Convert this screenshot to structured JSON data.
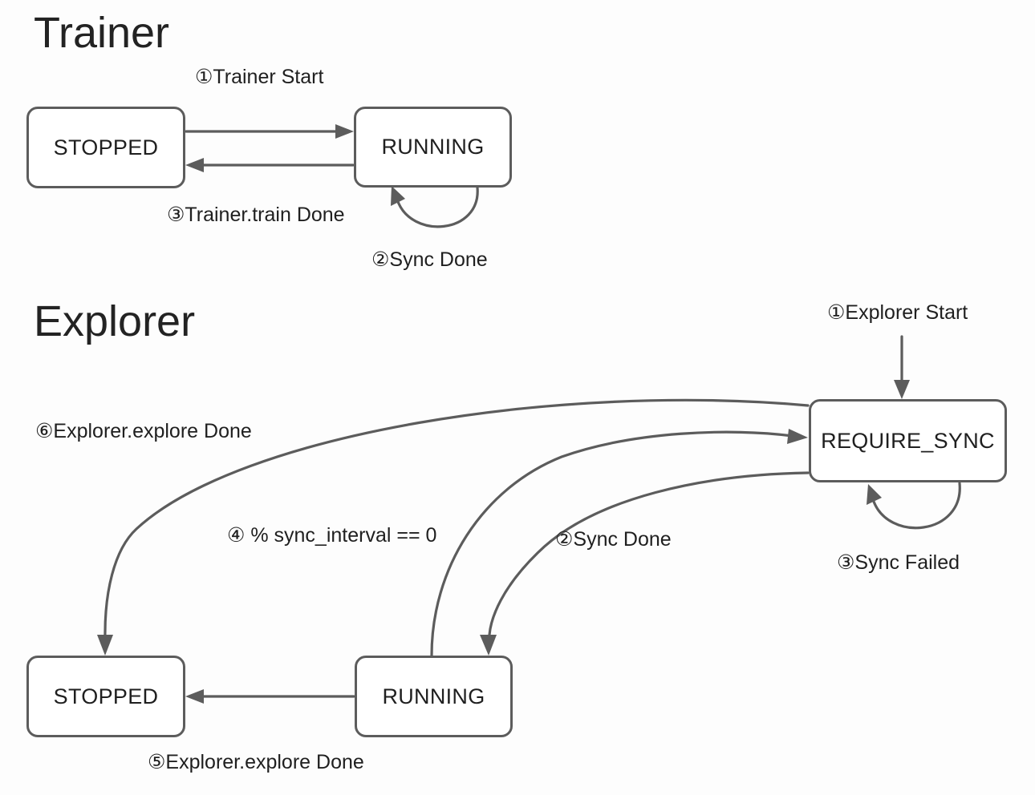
{
  "diagram": {
    "type": "state-machine",
    "background_color": "#fdfdfd",
    "stroke_color": "#5c5c5c",
    "text_color": "#1f1f1f"
  },
  "sections": [
    {
      "title": "Trainer",
      "states": [
        {
          "id": "trainer-stopped",
          "label": "STOPPED"
        },
        {
          "id": "trainer-running",
          "label": "RUNNING"
        }
      ],
      "transitions": [
        {
          "id": "t1",
          "label": "①Trainer Start",
          "from": "STOPPED",
          "to": "RUNNING"
        },
        {
          "id": "t2",
          "label": "②Sync Done",
          "from": "RUNNING",
          "to": "RUNNING"
        },
        {
          "id": "t3",
          "label": "③Trainer.train Done",
          "from": "RUNNING",
          "to": "STOPPED"
        }
      ]
    },
    {
      "title": "Explorer",
      "states": [
        {
          "id": "explorer-stopped",
          "label": "STOPPED"
        },
        {
          "id": "explorer-running",
          "label": "RUNNING"
        },
        {
          "id": "explorer-require-sync",
          "label": "REQUIRE_SYNC"
        }
      ],
      "transitions": [
        {
          "id": "e1",
          "label": "①Explorer Start",
          "from": "start",
          "to": "REQUIRE_SYNC"
        },
        {
          "id": "e2",
          "label": "②Sync Done",
          "from": "REQUIRE_SYNC",
          "to": "RUNNING"
        },
        {
          "id": "e3",
          "label": "③Sync Failed",
          "from": "REQUIRE_SYNC",
          "to": "REQUIRE_SYNC"
        },
        {
          "id": "e4",
          "label": "④ % sync_interval == 0",
          "from": "RUNNING",
          "to": "REQUIRE_SYNC"
        },
        {
          "id": "e5",
          "label": "⑤Explorer.explore Done",
          "from": "RUNNING",
          "to": "STOPPED"
        },
        {
          "id": "e6",
          "label": "⑥Explorer.explore Done",
          "from": "REQUIRE_SYNC",
          "to": "STOPPED"
        }
      ]
    }
  ]
}
